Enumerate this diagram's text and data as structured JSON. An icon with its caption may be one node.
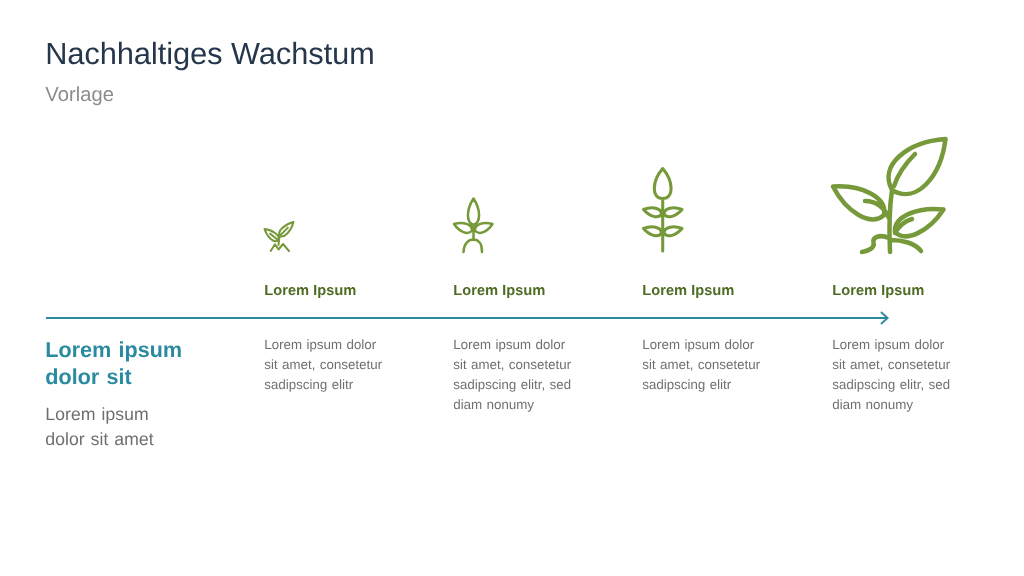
{
  "diagram": {
    "title": "Nachhaltiges Wachstum",
    "labels": [
      "Vorlage",
      "Lorem Ipsum",
      "Lorem Ipsum",
      "Lorem Ipsum",
      "Lorem Ipsum",
      "Lorem ipsum dolor sit",
      "Lorem ipsum dolor sit amet",
      "Lorem ipsum dolor sit amet, consetetur sadipscing elitr",
      "Lorem ipsum dolor sit amet, consetetur sadipscing elitr, sed diam nonumy",
      "Lorem ipsum dolor sit amet, consetetur sadipscing elitr",
      "Lorem ipsum dolor sit amet, consetetur sadipscing elitr, sed diam nonumy"
    ]
  }
}
